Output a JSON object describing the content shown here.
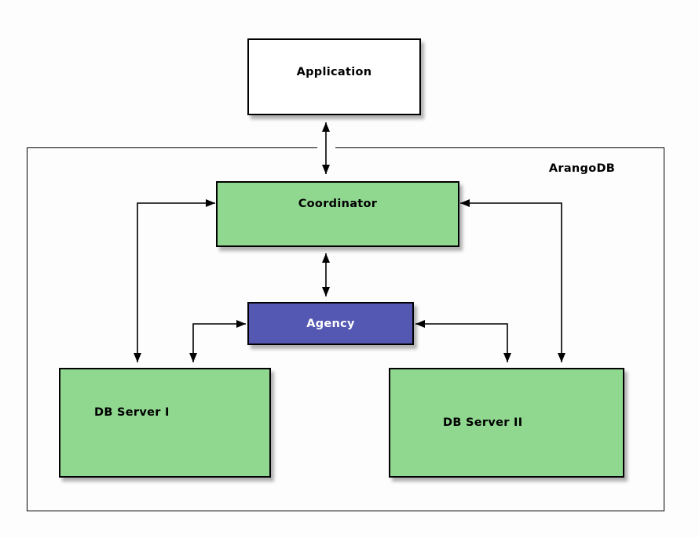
{
  "nodes": {
    "application": {
      "label": "Application",
      "fill": "#ffffff",
      "text_color": "#000000"
    },
    "arangodb": {
      "label": "ArangoDB",
      "role": "container"
    },
    "coordinator": {
      "label": "Coordinator",
      "fill": "#90d890",
      "text_color": "#000000"
    },
    "agency": {
      "label": "Agency",
      "fill": "#5558b2",
      "text_color": "#ffffff"
    },
    "dbserver1": {
      "label": "DB Server I",
      "fill": "#90d890",
      "text_color": "#000000"
    },
    "dbserver2": {
      "label": "DB Server II",
      "fill": "#90d890",
      "text_color": "#000000"
    }
  },
  "edges": [
    {
      "from": "Application",
      "to": "Coordinator",
      "arrows": "both"
    },
    {
      "from": "Coordinator",
      "to": "Agency",
      "arrows": "both"
    },
    {
      "from": "DB Server I",
      "to": "Coordinator",
      "arrows": "both"
    },
    {
      "from": "DB Server I",
      "to": "Agency",
      "arrows": "both"
    },
    {
      "from": "DB Server II",
      "to": "Coordinator",
      "arrows": "both"
    },
    {
      "from": "DB Server II",
      "to": "Agency",
      "arrows": "both"
    }
  ],
  "colors": {
    "green": "#90d890",
    "purple": "#5558b2",
    "white": "#ffffff",
    "line": "#000000",
    "background": "#fdfdfd"
  }
}
